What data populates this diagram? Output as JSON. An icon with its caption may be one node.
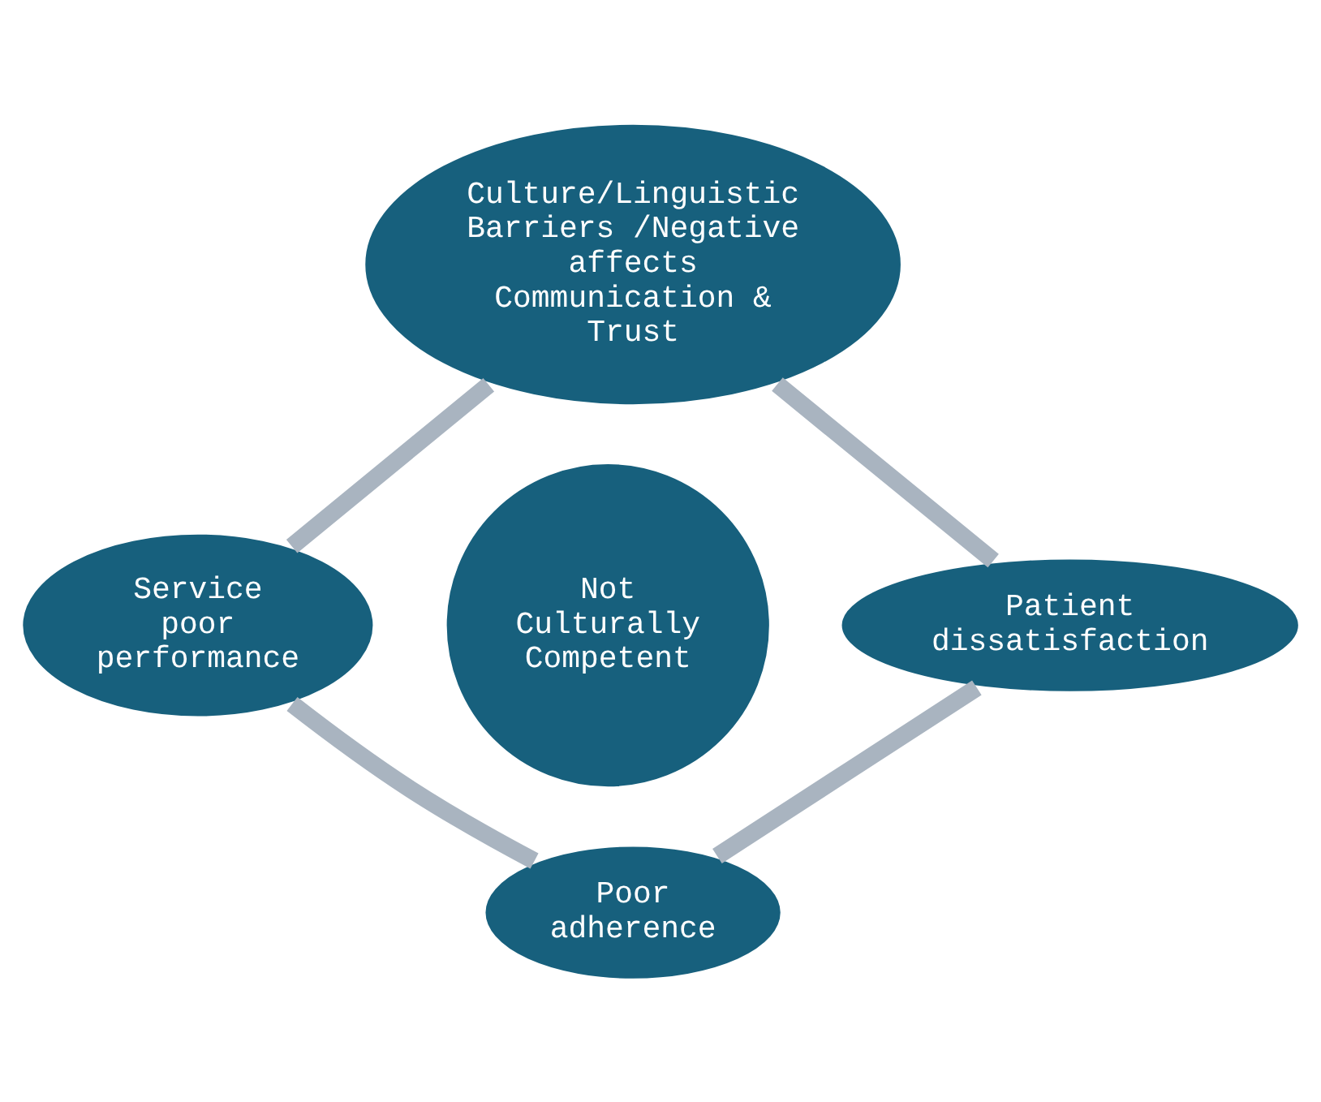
{
  "diagram": {
    "nodes": [
      {
        "text": [
          "Culture/Linguistic Barriers /Negative affects Communication & Trust"
        ]
      },
      {
        "text": [
          "Service poor performance"
        ]
      },
      {
        "text": [
          "Not Culturally Competent"
        ]
      },
      {
        "text": [
          "Patient dissatisfaction"
        ]
      },
      {
        "text": [
          "Poor adherence"
        ]
      }
    ],
    "edges": [
      {
        "from": 0,
        "to": 3,
        "arrow": "none"
      },
      {
        "from": 3,
        "to": 4,
        "arrow": "none"
      },
      {
        "from": 1,
        "to": 4,
        "arrow": "none"
      },
      {
        "from": 0,
        "to": 1,
        "arrow": "none"
      }
    ]
  }
}
